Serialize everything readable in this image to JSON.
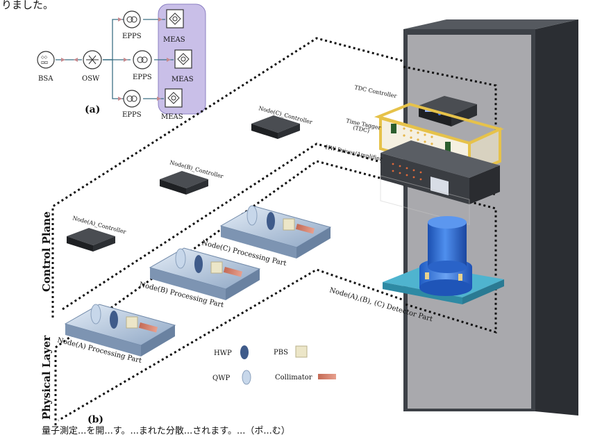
{
  "top_strip_text": "りました。",
  "bottom_strip_text": "量子測定...を開...す。...まれた分散...されます。...（ポ...む）",
  "panel_a": {
    "label": "(a)",
    "bsa": "BSA",
    "osw": "OSW",
    "epps": [
      "EPPS",
      "EPPS",
      "EPPS"
    ],
    "meas": [
      "MEAS",
      "MEAS",
      "MEAS"
    ]
  },
  "panel_b": {
    "label": "(b)",
    "control_plane": "Control Plane",
    "physical_layer": "Physical Layer",
    "controllers": [
      "Node(A)_Controller",
      "Node(B)_Controller",
      "Node(C)_Controller"
    ],
    "processing": [
      "Node(A) Processing Part",
      "Node(B) Processing Part",
      "Node(C) Processing Part"
    ],
    "rack": {
      "tdc_controller": "TDC Controller",
      "time_tagger": "Time Tagger",
      "tdc": "(TDC)",
      "hw_driver": "HW Driver/Amplifier",
      "detector": "Node(A),(B), (C) Detector Part"
    },
    "legend": {
      "hwp": "HWP",
      "qwp": "QWP",
      "pbs": "PBS",
      "collimator": "Collimator"
    }
  },
  "colors": {
    "meas_highlight": "#c9bfe8",
    "rack_dark": "#3d4147",
    "rack_inner": "#a9a9ad",
    "tdc_frame": "#e6c24a",
    "detector_base": "#4fb4cf",
    "detector_cylinder": "#2e6fd6",
    "plate": "#b9cbe0"
  }
}
